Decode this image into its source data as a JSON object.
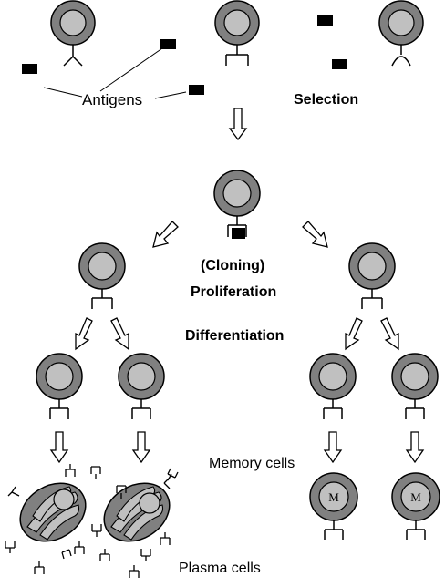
{
  "labels": {
    "antigens": "Antigens",
    "selection": "Selection",
    "cloning": "(Cloning)",
    "proliferation": "Proliferation",
    "differentiation": "Differentiation",
    "memory_cells": "Memory cells",
    "plasma_cells": "Plasma cells",
    "memory_marker": "M"
  },
  "colors": {
    "cell_outer": "#808080",
    "cell_inner": "#c0c0c0",
    "stroke": "#000000",
    "antigen": "#000000",
    "arrow_fill": "#ffffff"
  }
}
